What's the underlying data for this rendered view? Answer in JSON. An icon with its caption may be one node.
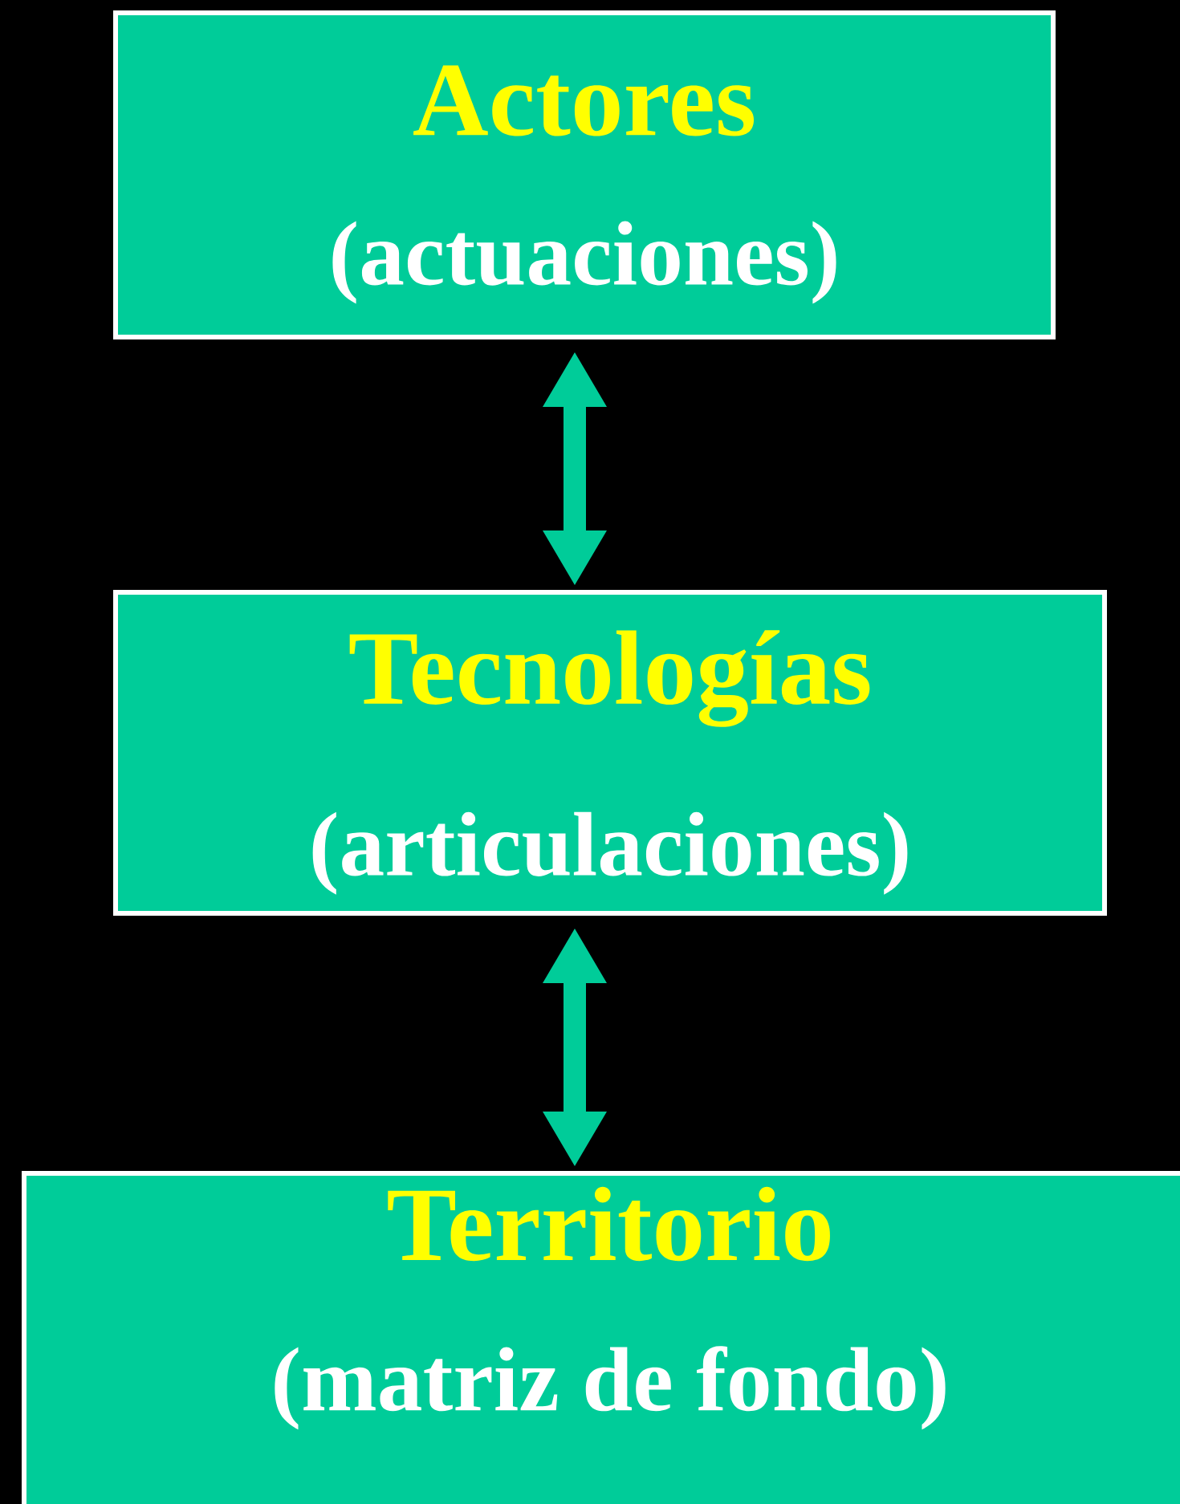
{
  "diagram": {
    "nodes": [
      {
        "text": [
          "Actores",
          "(actuaciones)"
        ]
      },
      {
        "text": [
          "Tecnologías",
          "(articulaciones)"
        ]
      },
      {
        "text": [
          "Territorio",
          "(matriz de fondo)"
        ]
      }
    ],
    "edges": [
      {
        "from": 0,
        "to": 1,
        "arrow": "both"
      },
      {
        "from": 1,
        "to": 2,
        "arrow": "both"
      }
    ]
  }
}
